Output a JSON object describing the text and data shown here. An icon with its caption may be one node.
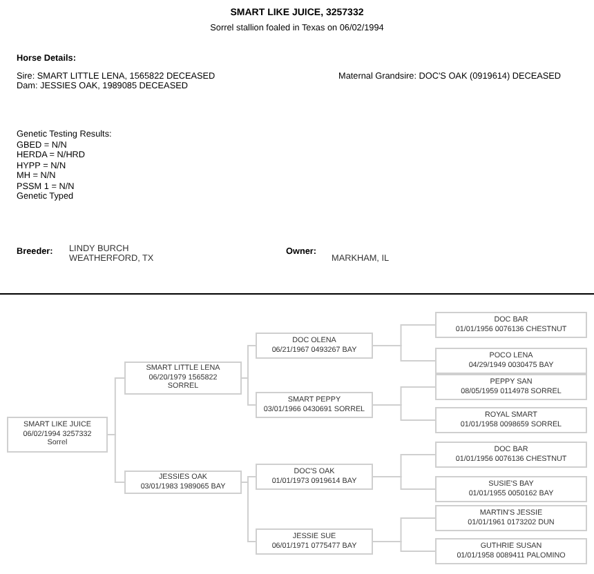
{
  "diagram": {
    "title": "SMART LIKE JUICE, 3257332",
    "nodes": [
      {
        "text": [
          "SMART LIKE JUICE",
          "06/02/1994 3257332",
          "Sorrel"
        ]
      },
      {
        "text": [
          "SMART LITTLE LENA",
          "06/20/1979 1565822",
          "SORREL"
        ]
      },
      {
        "text": [
          "JESSIES OAK",
          "03/01/1983 1989065 BAY"
        ]
      },
      {
        "text": [
          "DOC OLENA",
          "06/21/1967 0493267 BAY"
        ]
      },
      {
        "text": [
          "SMART PEPPY",
          "03/01/1966 0430691 SORREL"
        ]
      },
      {
        "text": [
          "DOC'S OAK",
          "01/01/1973 0919614 BAY"
        ]
      },
      {
        "text": [
          "JESSIE SUE",
          "06/01/1971 0775477 BAY"
        ]
      },
      {
        "text": [
          "DOC BAR",
          "01/01/1956 0076136 CHESTNUT"
        ]
      },
      {
        "text": [
          "POCO LENA",
          "04/29/1949 0030475 BAY"
        ]
      },
      {
        "text": [
          "PEPPY SAN",
          "08/05/1959 0114978 SORREL"
        ]
      },
      {
        "text": [
          "ROYAL SMART",
          "01/01/1958 0098659 SORREL"
        ]
      },
      {
        "text": [
          "DOC BAR",
          "01/01/1956 0076136 CHESTNUT"
        ]
      },
      {
        "text": [
          "SUSIE'S BAY",
          "01/01/1955 0050162 BAY"
        ]
      },
      {
        "text": [
          "MARTIN'S JESSIE",
          "01/01/1961 0173202 DUN"
        ]
      },
      {
        "text": [
          "GUTHRIE SUSAN",
          "01/01/1958 0089411 PALOMINO"
        ]
      }
    ],
    "edges": [
      {
        "from": 0,
        "to": 1,
        "arrow": "none"
      },
      {
        "from": 0,
        "to": 2,
        "arrow": "none"
      },
      {
        "from": 1,
        "to": 3,
        "arrow": "none"
      },
      {
        "from": 1,
        "to": 4,
        "arrow": "none"
      },
      {
        "from": 2,
        "to": 5,
        "arrow": "none"
      },
      {
        "from": 2,
        "to": 6,
        "arrow": "none"
      },
      {
        "from": 3,
        "to": 7,
        "arrow": "none"
      },
      {
        "from": 3,
        "to": 8,
        "arrow": "none"
      },
      {
        "from": 4,
        "to": 9,
        "arrow": "none"
      },
      {
        "from": 4,
        "to": 10,
        "arrow": "none"
      },
      {
        "from": 5,
        "to": 11,
        "arrow": "none"
      },
      {
        "from": 5,
        "to": 12,
        "arrow": "none"
      },
      {
        "from": 6,
        "to": 13,
        "arrow": "none"
      },
      {
        "from": 6,
        "to": 14,
        "arrow": "none"
      }
    ],
    "labels": [
      "Sorrel stallion foaled in Texas on 06/02/1994",
      "Horse Details:",
      "Sire: SMART LITTLE LENA, 1565822 DECEASED",
      "Dam: JESSIES OAK, 1989085 DECEASED",
      "Maternal Grandsire: DOC'S OAK (0919614) DECEASED",
      "Genetic Testing Results:",
      "GBED = N/N",
      "HERDA = N/HRD",
      "HYPP = N/N",
      "MH = N/N",
      "PSSM 1 = N/N",
      "Genetic Typed",
      "Breeder:",
      "LINDY BURCH",
      "WEATHERFORD, TX",
      "Owner:",
      "MARKHAM, IL"
    ]
  }
}
